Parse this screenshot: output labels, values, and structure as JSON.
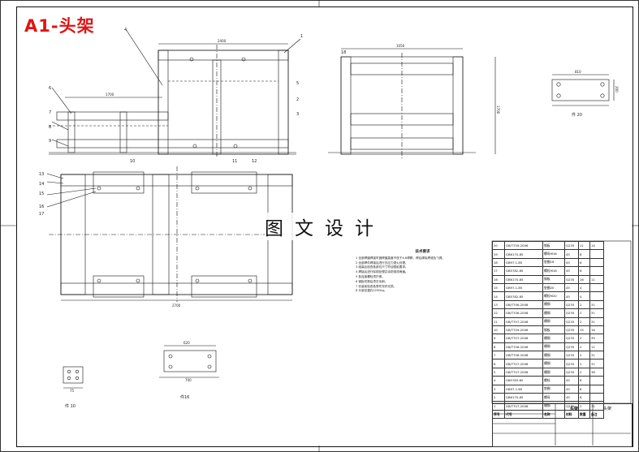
{
  "sheet_label": "A1-头架",
  "watermark": "图文设计",
  "views": {
    "dim_main_top": "2400",
    "dim_main_left": "1700",
    "dim_plan_width": "2700",
    "dim_side_width": "1050",
    "dim_side_height": "1700",
    "dim_part20_width": "810",
    "dim_part20_height": "200",
    "dim_part16_width": "620",
    "dim_part16_bottom": "700",
    "dim_part10": "75"
  },
  "balloons": [
    "1",
    "2",
    "3",
    "4",
    "5",
    "6",
    "7",
    "8",
    "9",
    "10",
    "11",
    "12",
    "13",
    "14",
    "15",
    "16",
    "17",
    "18"
  ],
  "captions": {
    "part20": "件 20",
    "part16": "件16",
    "part10": "件 10"
  },
  "notes": {
    "title": "技术要求",
    "lines": [
      "1 全部焊缝焊接牢固焊缝高度不低于4-6焊脚，焊后清除焊渣及飞溅。",
      "2 全部焊件焊接后进行去应力退火处理。",
      "3 组装后检查各部位尺寸符合图纸要求。",
      "4 焊接后进行除锈处理并涂防锈漆两遍。",
      "5 各连接螺栓须拧紧。",
      "6 钢板切割后须去毛刺。",
      "7 安装前检查各零件完好无损。",
      "8 头架总重约2250kg。"
    ]
  },
  "bom": {
    "rows": [
      [
        "20",
        "GB/T709-2006",
        "钢板",
        "Q235",
        "11",
        "14"
      ],
      [
        "19",
        "GB6170-85",
        "螺母M16",
        "45",
        "8",
        ""
      ],
      [
        "18",
        "GB97.1-85",
        "垫圈16",
        "45",
        "8",
        ""
      ],
      [
        "17",
        "GB5782-85",
        "螺栓M16",
        "45",
        "8",
        ""
      ],
      [
        "16",
        "GB6170-85",
        "钢板",
        "Q235",
        "16",
        "11"
      ],
      [
        "15",
        "GB97.1-85",
        "垫圈20",
        "45",
        "4",
        ""
      ],
      [
        "14",
        "GB5782-85",
        "螺栓M20",
        "45",
        "4",
        ""
      ],
      [
        "13",
        "GB/T706-2008",
        "槽钢",
        "Q235",
        "2",
        "31"
      ],
      [
        "12",
        "GB/T706-2008",
        "槽钢",
        "Q235",
        "2",
        "31"
      ],
      [
        "11",
        "GB/T707-2008",
        "槽钢",
        "Q235",
        "2",
        "31"
      ],
      [
        "10",
        "GB/T709-2006",
        "钢板",
        "Q235",
        "15",
        "16"
      ],
      [
        "9",
        "GB/T707-2008",
        "槽钢",
        "Q235",
        "2",
        "39"
      ],
      [
        "8",
        "GB/T706-2008",
        "槽钢",
        "Q235",
        "2",
        "11"
      ],
      [
        "7",
        "GB/T706-2008",
        "槽钢",
        "Q235",
        "2",
        "31"
      ],
      [
        "6",
        "GB/T707-2008",
        "槽钢",
        "Q235",
        "2",
        "31"
      ],
      [
        "5",
        "GB/T707-2008",
        "槽钢",
        "Q235",
        "2",
        "38"
      ],
      [
        "4",
        "GB5783-85",
        "螺栓",
        "45",
        "8",
        ""
      ],
      [
        "3",
        "GB97.1-85",
        "垫圈",
        "45",
        "8",
        ""
      ],
      [
        "2",
        "GB6170-85",
        "螺母",
        "45",
        "8",
        ""
      ],
      [
        "1",
        "GB/T707-2008",
        "槽钢",
        "Q235",
        "2",
        "31"
      ]
    ],
    "header": [
      "序号",
      "代号",
      "名称",
      "材料",
      "数量",
      "备注"
    ]
  },
  "title_block": {
    "part_name": "头架",
    "drawing_no": "头架"
  }
}
